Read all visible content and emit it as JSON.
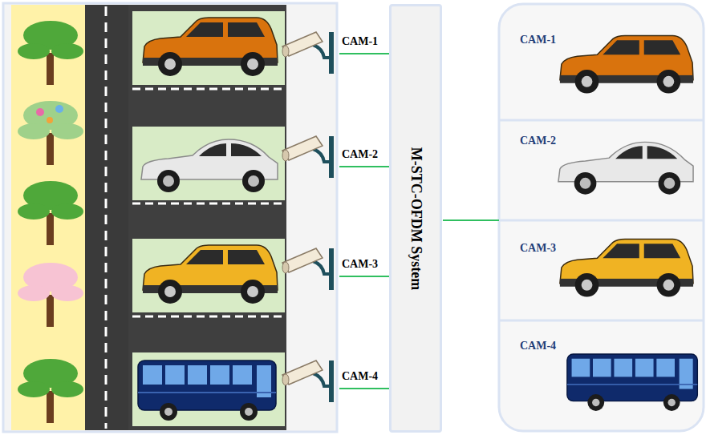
{
  "diagram": {
    "nodes": [
      {
        "text": [
          "CAM-1"
        ]
      },
      {
        "text": [
          "CAM-2"
        ]
      },
      {
        "text": [
          "CAM-3"
        ]
      },
      {
        "text": [
          "CAM-4"
        ]
      },
      {
        "text": [
          "M-STC-OFDM System"
        ]
      },
      {
        "text": [
          "CAM-1"
        ]
      },
      {
        "text": [
          "CAM-2"
        ]
      },
      {
        "text": [
          "CAM-3"
        ]
      },
      {
        "text": [
          "CAM-4"
        ]
      }
    ],
    "edges": [
      {
        "from": 0,
        "to": 4,
        "arrow": "none"
      },
      {
        "from": 1,
        "to": 4,
        "arrow": "none"
      },
      {
        "from": 2,
        "to": 4,
        "arrow": "none"
      },
      {
        "from": 3,
        "to": 4,
        "arrow": "none"
      }
    ]
  }
}
